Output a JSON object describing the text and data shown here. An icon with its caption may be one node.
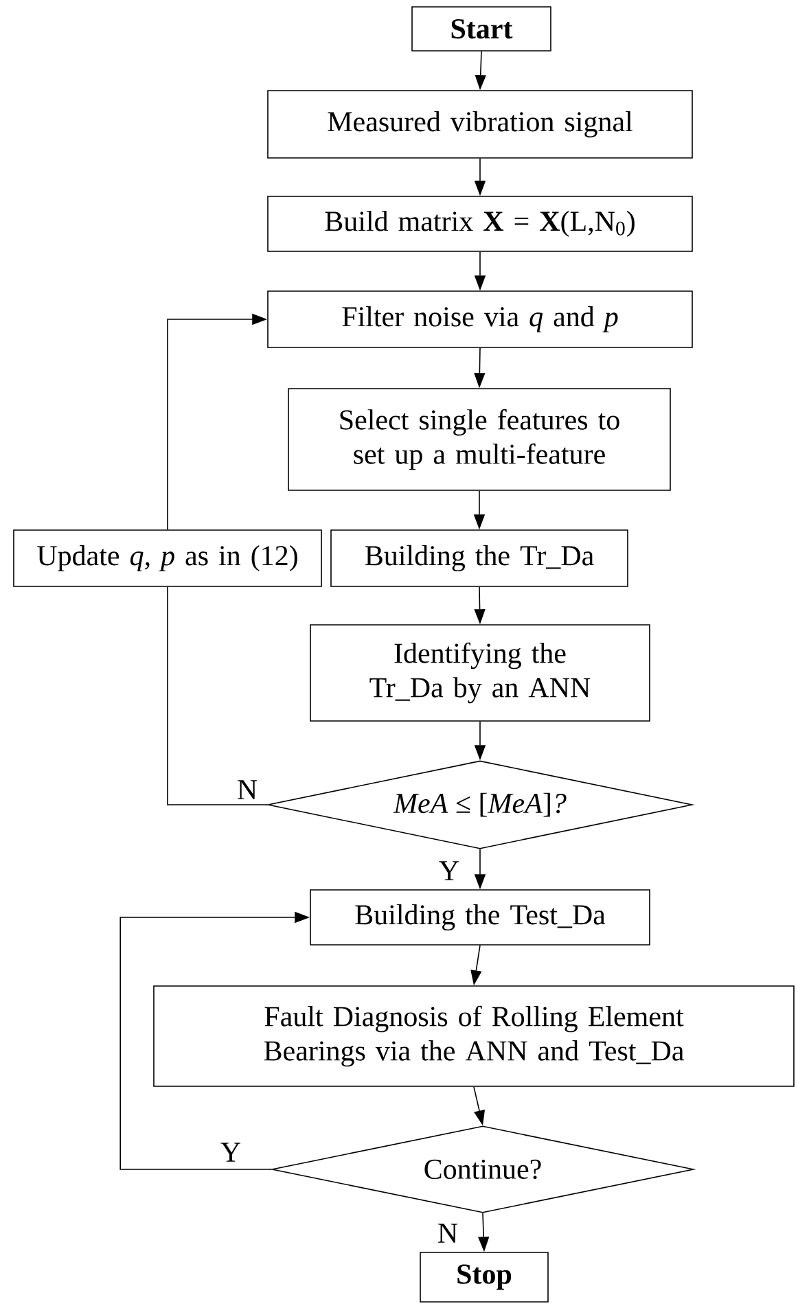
{
  "diagram": {
    "nodes": [
      {
        "text": [
          "Start"
        ]
      },
      {
        "text": [
          "Measured vibration signal"
        ]
      },
      {
        "text": [
          "Build matrix **X** = **X**(L,N$_{0}$)"
        ]
      },
      {
        "text": [
          "Filter noise via *q* and *p*"
        ]
      },
      {
        "text": [
          "Select single features to set up a multi-feature"
        ]
      },
      {
        "text": [
          "Update *q, p* as in (12)"
        ]
      },
      {
        "text": [
          "Building the Tr_Da"
        ]
      },
      {
        "text": [
          "Identifying the Tr_Da by an ANN"
        ]
      },
      {
        "text": [
          "*MeA* ≤ [*MeA*]*?*"
        ]
      },
      {
        "text": [
          "Building the Test_Da"
        ]
      },
      {
        "text": [
          "Fault Diagnosis of Rolling Element Bearings via the ANN and Test_Da"
        ]
      },
      {
        "text": [
          "Continue?"
        ]
      },
      {
        "text": [
          "Stop"
        ]
      }
    ],
    "edges": [
      {
        "from": 0,
        "to": 1,
        "arrow": "to"
      },
      {
        "from": 1,
        "to": 2,
        "arrow": "to"
      },
      {
        "from": 2,
        "to": 3,
        "arrow": "to"
      },
      {
        "from": 3,
        "to": 4,
        "arrow": "to"
      },
      {
        "from": 4,
        "to": 6,
        "arrow": "to"
      },
      {
        "from": 6,
        "to": 7,
        "arrow": "to"
      },
      {
        "from": 7,
        "to": 8,
        "arrow": "to"
      },
      {
        "from": 8,
        "to": 5,
        "arrow": "none",
        "label": "N"
      },
      {
        "from": 5,
        "to": 3,
        "arrow": "to"
      },
      {
        "from": 8,
        "to": 9,
        "arrow": "to",
        "label": "Y"
      },
      {
        "from": 9,
        "to": 10,
        "arrow": "to"
      },
      {
        "from": 10,
        "to": 11,
        "arrow": "to"
      },
      {
        "from": 11,
        "to": 9,
        "arrow": "to",
        "label": "Y"
      },
      {
        "from": 11,
        "to": 12,
        "arrow": "to",
        "label": "N"
      }
    ]
  }
}
